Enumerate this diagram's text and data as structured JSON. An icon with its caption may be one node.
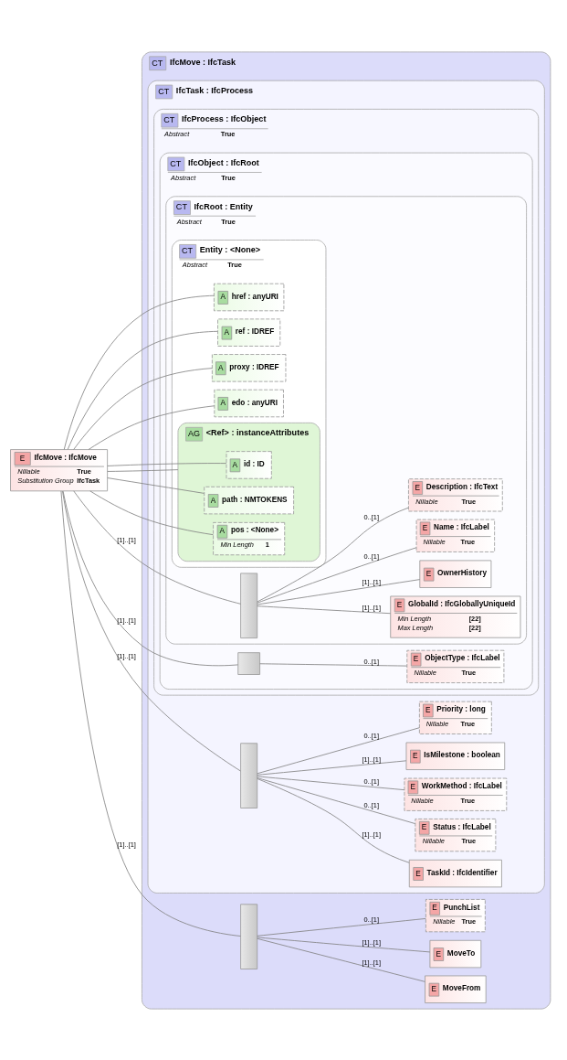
{
  "diagram": {
    "nodes": [
      {
        "text": [
          "E",
          "IfcMove : IfcMove",
          "Nillable",
          "True",
          "Substitution Group",
          "IfcTask"
        ]
      },
      {
        "text": [
          "CT",
          "IfcMove : IfcTask"
        ]
      },
      {
        "text": [
          "CT",
          "IfcTask : IfcProcess"
        ],
        "in": 1
      },
      {
        "text": [
          "CT",
          "IfcProcess : IfcObject",
          "Abstract",
          "True"
        ],
        "in": 2
      },
      {
        "text": [
          "CT",
          "IfcObject : IfcRoot",
          "Abstract",
          "True"
        ],
        "in": 3
      },
      {
        "text": [
          "CT",
          "IfcRoot : Entity",
          "Abstract",
          "True"
        ],
        "in": 4
      },
      {
        "text": [
          "CT",
          "Entity : <None>",
          "Abstract",
          "True"
        ],
        "in": 5
      },
      {
        "text": [
          "A",
          "href : anyURI"
        ],
        "in": 6
      },
      {
        "text": [
          "A",
          "ref : IDREF"
        ],
        "in": 6
      },
      {
        "text": [
          "A",
          "proxy : IDREF"
        ],
        "in": 6
      },
      {
        "text": [
          "A",
          "edo : anyURI"
        ],
        "in": 6
      },
      {
        "text": [
          "AG",
          "<Ref> : instanceAttributes"
        ],
        "in": 6
      },
      {
        "text": [
          "A",
          "id : ID"
        ],
        "in": 11
      },
      {
        "text": [
          "A",
          "path : NMTOKENS"
        ],
        "in": 11
      },
      {
        "text": [
          "A",
          "pos : <None>",
          "Min Length",
          "1"
        ],
        "in": 11
      },
      {
        "text": [],
        "shape": "bar",
        "in": 5
      },
      {
        "text": [
          "E",
          "GlobalId : IfcGloballyUniqueId",
          "Min Length",
          "[22]",
          "Max Length",
          "[22]"
        ],
        "in": 5
      },
      {
        "text": [
          "E",
          "OwnerHistory"
        ],
        "in": 5
      },
      {
        "text": [
          "E",
          "Name : IfcLabel",
          "Nillable",
          "True"
        ],
        "in": 5
      },
      {
        "text": [
          "E",
          "Description : IfcText",
          "Nillable",
          "True"
        ],
        "in": 5
      },
      {
        "text": [],
        "shape": "box",
        "in": 4
      },
      {
        "text": [
          "E",
          "ObjectType : IfcLabel",
          "Nillable",
          "True"
        ],
        "in": 4
      },
      {
        "text": [],
        "shape": "bar",
        "in": 2
      },
      {
        "text": [
          "E",
          "TaskId : IfcIdentifier"
        ],
        "in": 2
      },
      {
        "text": [
          "E",
          "Status : IfcLabel",
          "Nillable",
          "True"
        ],
        "in": 2
      },
      {
        "text": [
          "E",
          "WorkMethod : IfcLabel",
          "Nillable",
          "True"
        ],
        "in": 2
      },
      {
        "text": [
          "E",
          "IsMilestone : boolean"
        ],
        "in": 2
      },
      {
        "text": [
          "E",
          "Priority : long",
          "Nillable",
          "True"
        ],
        "in": 2
      },
      {
        "text": [],
        "shape": "bar",
        "in": 1
      },
      {
        "text": [
          "E",
          "MoveFrom"
        ],
        "in": 1
      },
      {
        "text": [
          "E",
          "MoveTo"
        ],
        "in": 1
      },
      {
        "text": [
          "E",
          "PunchList",
          "Nillable",
          "True"
        ],
        "in": 1
      }
    ],
    "edges": [
      {
        "from": 0,
        "to": 7,
        "arrow": "none"
      },
      {
        "from": 0,
        "to": 8,
        "arrow": "none"
      },
      {
        "from": 0,
        "to": 9,
        "arrow": "none"
      },
      {
        "from": 0,
        "to": 10,
        "arrow": "none"
      },
      {
        "from": 0,
        "to": 11,
        "arrow": "none"
      },
      {
        "from": 0,
        "to": 12,
        "arrow": "none"
      },
      {
        "from": 0,
        "to": 13,
        "arrow": "none"
      },
      {
        "from": 0,
        "to": 14,
        "arrow": "none"
      },
      {
        "from": 0,
        "to": 15,
        "arrow": "none",
        "label": "[1]..[1]"
      },
      {
        "from": 15,
        "to": 16,
        "arrow": "none",
        "label": "[1]..[1]"
      },
      {
        "from": 15,
        "to": 17,
        "arrow": "none",
        "label": "[1]..[1]"
      },
      {
        "from": 15,
        "to": 18,
        "arrow": "none",
        "label": "0..[1]"
      },
      {
        "from": 15,
        "to": 19,
        "arrow": "none",
        "label": "0..[1]"
      },
      {
        "from": 0,
        "to": 20,
        "arrow": "none",
        "label": "[1]..[1]"
      },
      {
        "from": 20,
        "to": 21,
        "arrow": "none",
        "label": "0..[1]"
      },
      {
        "from": 0,
        "to": 22,
        "arrow": "none",
        "label": "[1]..[1]"
      },
      {
        "from": 22,
        "to": 23,
        "arrow": "none",
        "label": "[1]..[1]"
      },
      {
        "from": 22,
        "to": 24,
        "arrow": "none",
        "label": "0..[1]"
      },
      {
        "from": 22,
        "to": 25,
        "arrow": "none",
        "label": "0..[1]"
      },
      {
        "from": 22,
        "to": 26,
        "arrow": "none",
        "label": "[1]..[1]"
      },
      {
        "from": 22,
        "to": 27,
        "arrow": "none",
        "label": "0..[1]"
      },
      {
        "from": 0,
        "to": 28,
        "arrow": "none",
        "label": "[1]..[1]"
      },
      {
        "from": 28,
        "to": 29,
        "arrow": "none",
        "label": "[1]..[1]"
      },
      {
        "from": 28,
        "to": 30,
        "arrow": "none",
        "label": "[1]..[1]"
      },
      {
        "from": 28,
        "to": 31,
        "arrow": "none",
        "label": "0..[1]"
      }
    ]
  }
}
